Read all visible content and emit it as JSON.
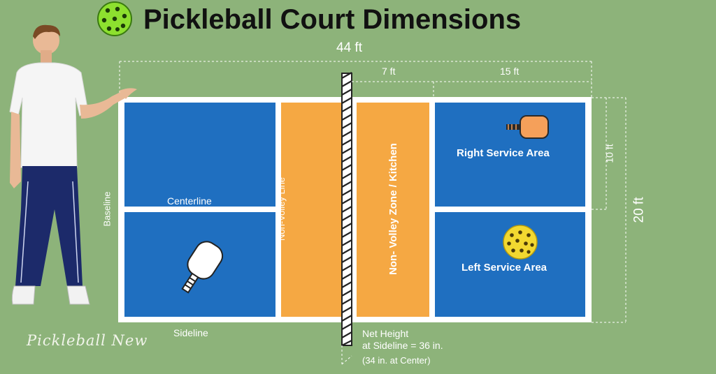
{
  "title": "Pickleball Court Dimensions",
  "brand": "Pickleball New",
  "dimensions": {
    "total_length": "44 ft",
    "kitchen_depth": "7 ft",
    "service_depth": "15 ft",
    "service_width": "10 ft",
    "total_width": "20 ft"
  },
  "court_labels": {
    "baseline": "Baseline",
    "centerline": "Centerline",
    "sideline": "Sideline",
    "non_volley_line": "Non-Volley Line",
    "kitchen": "Non- Volley Zone / Kitchen",
    "right_service": "Right Service Area",
    "left_service": "Left Service Area"
  },
  "net_height": {
    "line1": "Net Height",
    "line2": "at Sideline = 36 in.",
    "line3": "(34 in. at Center)"
  },
  "colors": {
    "background": "#8db37a",
    "court_blue": "#1f6fc0",
    "kitchen_orange": "#f5a843",
    "lines": "#ffffff"
  },
  "icons": [
    "pickleball-ball-icon",
    "paddle-icon",
    "person-illustration"
  ]
}
